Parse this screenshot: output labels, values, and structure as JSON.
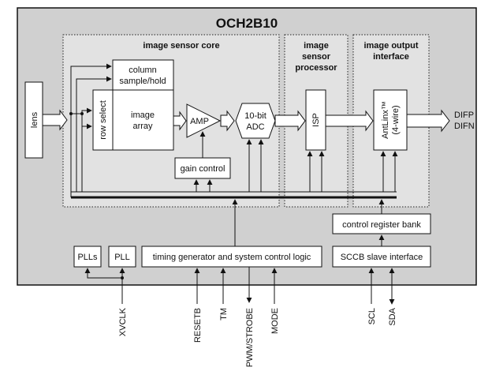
{
  "title": "OCH2B10",
  "regions": {
    "core": "image sensor core",
    "isp_line1": "image",
    "isp_line2": "sensor",
    "isp_line3": "processor",
    "output_line1": "image output",
    "output_line2": "interface"
  },
  "blocks": {
    "lens": "lens",
    "column_line1": "column",
    "column_line2": "sample/hold",
    "row_select": "row select",
    "array_line1": "image",
    "array_line2": "array",
    "amp": "AMP",
    "adc_line1": "10-bit",
    "adc_line2": "ADC",
    "gain": "gain control",
    "isp": "ISP",
    "antlinx_line1": "AntLinx™",
    "antlinx_line2": "(4-wire)",
    "crb": "control register bank",
    "sccb": "SCCB slave interface",
    "timing": "timing generator and system control logic",
    "plls": "PLLs",
    "pll": "PLL"
  },
  "outputs": {
    "difp": "DIFP",
    "difn": "DIFN"
  },
  "pins": {
    "xvclk": "XVCLK",
    "resetb": "RESETB",
    "tm": "TM",
    "pwm": "PWM/STROBE",
    "mode": "MODE",
    "scl": "SCL",
    "sda": "SDA"
  }
}
